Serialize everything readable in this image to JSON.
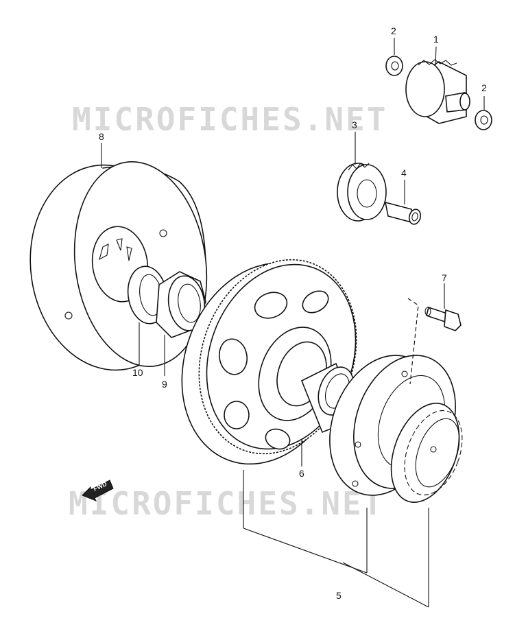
{
  "watermark": {
    "text": "MICROFICHES.NET"
  },
  "direction_marker": {
    "label": "FWD",
    "icon": "arrow-left-icon"
  },
  "callouts": [
    {
      "id": "1",
      "label": "1"
    },
    {
      "id": "2a",
      "label": "2"
    },
    {
      "id": "2b",
      "label": "2"
    },
    {
      "id": "3",
      "label": "3"
    },
    {
      "id": "4",
      "label": "4"
    },
    {
      "id": "5",
      "label": "5"
    },
    {
      "id": "6",
      "label": "6"
    },
    {
      "id": "7",
      "label": "7"
    },
    {
      "id": "8",
      "label": "8"
    },
    {
      "id": "9",
      "label": "9"
    },
    {
      "id": "10",
      "label": "10"
    }
  ]
}
